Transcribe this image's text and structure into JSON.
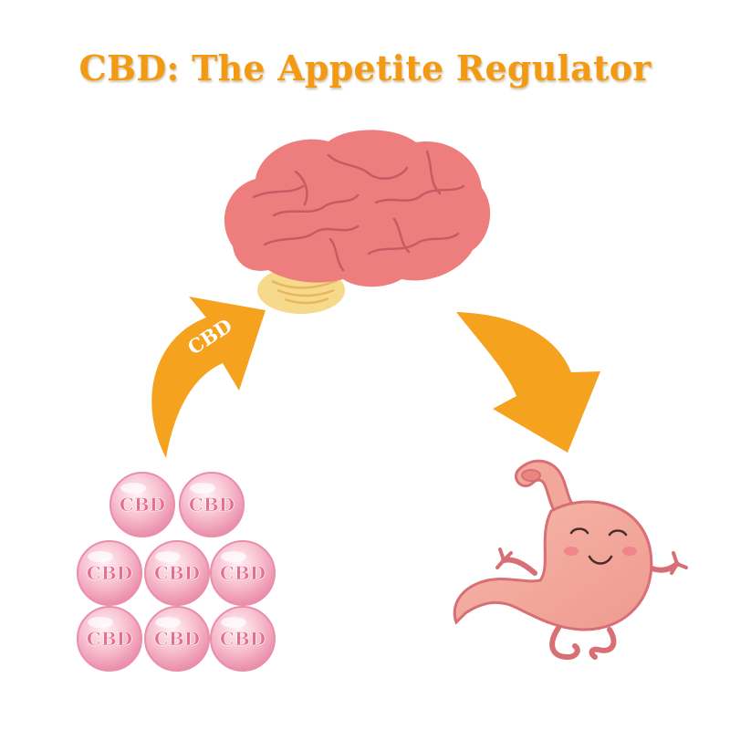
{
  "title": "CBD: The Appetite Regulator",
  "arrow_label": "CBD",
  "capsule_label": "CBD",
  "capsule_count": 8,
  "colors": {
    "title": "#f29a14",
    "arrow": "#f5a21f",
    "brain": "#ee7e7e",
    "brain_fold": "#c95a63",
    "cerebellum": "#f7d98b",
    "stomach": "#f3a79b",
    "stomach_outline": "#d86f74",
    "capsule": "#f7b6c8",
    "capsule_text": "#e56f92"
  },
  "icons": {
    "brain": "brain-icon",
    "stomach": "stomach-icon",
    "capsule": "cbd-capsule-icon"
  }
}
